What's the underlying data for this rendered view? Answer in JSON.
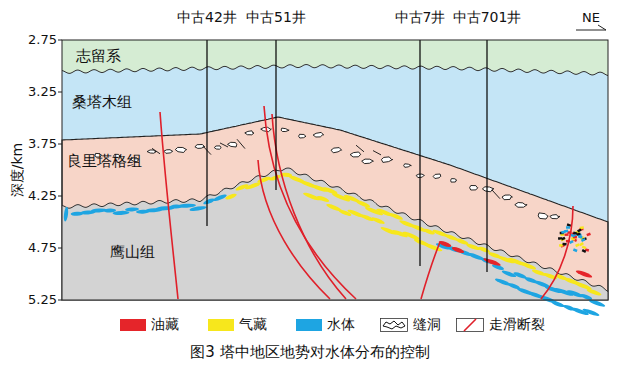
{
  "diagram": {
    "caption": "图3 塔中地区地势对水体分布的控制",
    "labels": [
      "2.75",
      "3.25",
      "3.75",
      "4.25",
      "4.75",
      "5.25",
      "深度/km",
      "中古42井",
      "中古51井",
      "中古7井",
      "中古701井",
      "NE",
      "志留系",
      "桑塔木组",
      "良里塔格组",
      "鹰山组"
    ],
    "legend": [
      {
        "text": "油藏",
        "color": "#e5252a"
      },
      {
        "text": "气藏",
        "color": "#f7e71c"
      },
      {
        "text": "水体",
        "color": "#1ea5e2"
      },
      {
        "text": "缝洞"
      },
      {
        "text": "走滑断裂"
      }
    ]
  }
}
